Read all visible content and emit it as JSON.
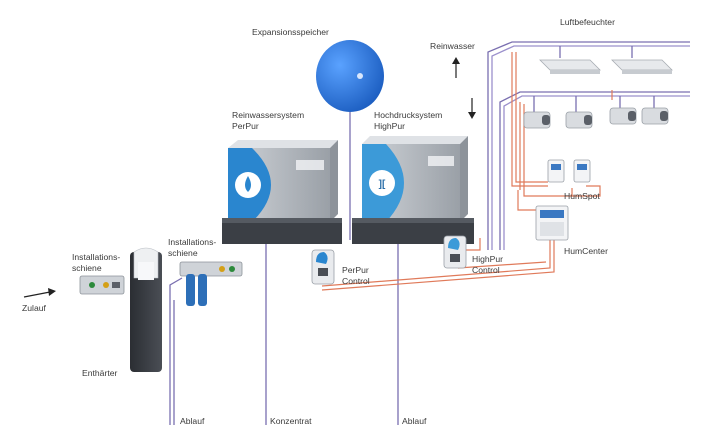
{
  "labels": {
    "expansion": "Expansionsspeicher",
    "humidifiers": "Luftbefeuchter",
    "pure_water": "Reinwasser",
    "perpur_system": "Reinwassersystem",
    "perpur_system_name": "PerPur",
    "highpur_system": "Hochdrucksystem",
    "highpur_system_name": "HighPur",
    "rail_left_1": "Installations-",
    "rail_left_2": "schiene",
    "rail_mid_1": "Installations-",
    "rail_mid_2": "schiene",
    "inlet": "Zulauf",
    "softener": "Enthärter",
    "perpur_control_1": "PerPur",
    "perpur_control_2": "Control",
    "highpur_control_1": "HighPur",
    "highpur_control_2": "Control",
    "humspot": "HumSpot",
    "humcenter": "HumCenter",
    "drain_1": "Ablauf",
    "concentrate": "Konzentrat",
    "drain_2": "Ablauf"
  },
  "colors": {
    "pipe_purple": "#7a6fb0",
    "cable_red": "#e07a5a",
    "tank_blue": "#2f78d8",
    "cabinet_grey": "#8a8f96",
    "base_dark": "#3b3f45",
    "accent_blue": "#1f7fc8"
  }
}
